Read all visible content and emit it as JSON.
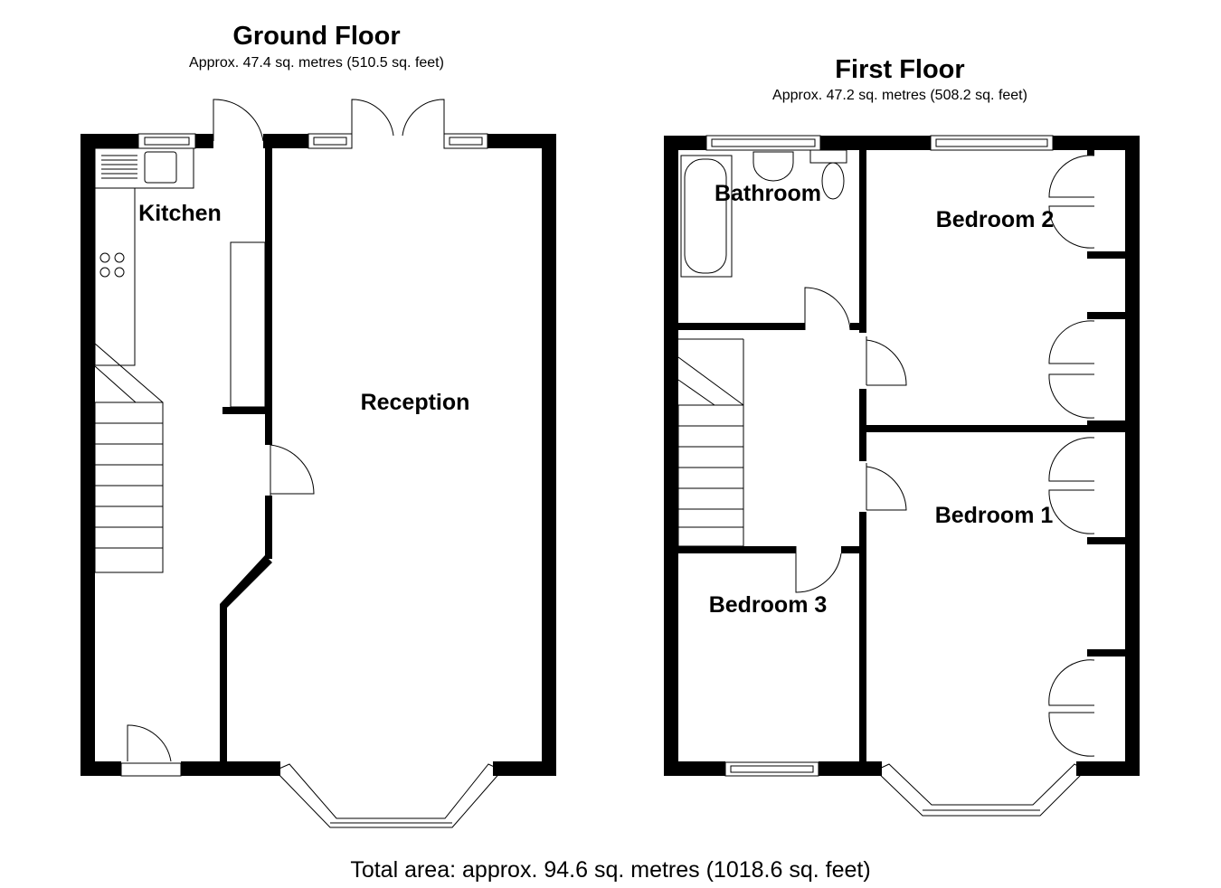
{
  "ground_floor": {
    "title": "Ground Floor",
    "area": "Approx. 47.4 sq. metres (510.5 sq. feet)",
    "rooms": {
      "kitchen": "Kitchen",
      "reception": "Reception"
    }
  },
  "first_floor": {
    "title": "First Floor",
    "area": "Approx. 47.2 sq. metres (508.2 sq. feet)",
    "rooms": {
      "bathroom": "Bathroom",
      "bedroom1": "Bedroom 1",
      "bedroom2": "Bedroom 2",
      "bedroom3": "Bedroom 3"
    }
  },
  "total_area": "Total area: approx. 94.6 sq. metres (1018.6 sq. feet)"
}
